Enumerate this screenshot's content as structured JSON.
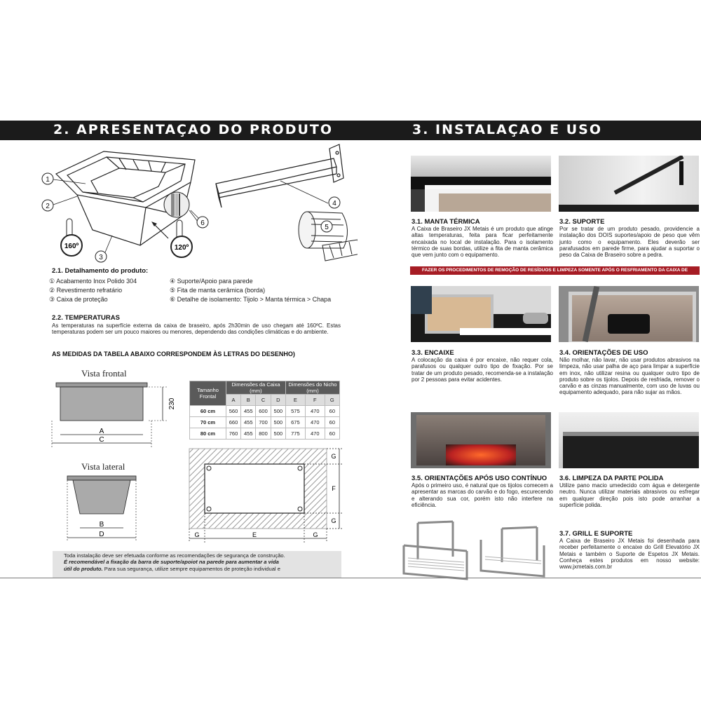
{
  "left": {
    "title": "2. APRESENTAÇAO DO PRODUTO",
    "thermo": {
      "t1": "160º",
      "t2": "120º"
    },
    "callouts": [
      "1",
      "2",
      "3",
      "4",
      "5",
      "6"
    ],
    "detail": {
      "heading": "2.1. Detalhamento do produto:",
      "col1": [
        "① Acabamento Inox Polido 304",
        "② Revestimento refratário",
        "③ Caixa de proteção"
      ],
      "col2": [
        "④ Suporte/Apoio para parede",
        "⑤ Fita de manta cerâmica (borda)",
        "⑥ Detalhe de isolamento: Tijolo > Manta térmica > Chapa"
      ]
    },
    "temps": {
      "heading": "2.2. TEMPERATURAS",
      "text": "As temperaturas na superfície externa da caixa de braseiro, após 2h30min de uso chegam até 160ºC. Estas temperaturas podem ser um pouco maiores ou menores, dependendo das condições climáticas e do ambiente."
    },
    "measures_heading": "AS MEDIDAS DA TABELA ABAIXO CORRESPONDEM ÀS LETRAS DO DESENHO)",
    "vista_frontal": "Vista frontal",
    "vista_lateral": "Vista lateral",
    "dim_230": "230",
    "letters": {
      "a": "A",
      "b": "B",
      "c": "C",
      "d": "D",
      "e": "E",
      "f": "F",
      "g": "G"
    },
    "table": {
      "col0": "Tamanho Frontal",
      "group1": "Dimensões da Caixa (mm)",
      "group2": "Dimensões do Nicho (mm)",
      "subs": [
        "A",
        "B",
        "C",
        "D",
        "E",
        "F",
        "G"
      ],
      "rows": [
        {
          "label": "60 cm",
          "vals": [
            "560",
            "455",
            "600",
            "500",
            "575",
            "470",
            "60"
          ]
        },
        {
          "label": "70 cm",
          "vals": [
            "660",
            "455",
            "700",
            "500",
            "675",
            "470",
            "60"
          ]
        },
        {
          "label": "80 cm",
          "vals": [
            "760",
            "455",
            "800",
            "500",
            "775",
            "470",
            "60"
          ]
        }
      ]
    },
    "note": {
      "l1": "Toda instalação deve ser efetuada conforme as recomendações de segurança de construção.",
      "l2": "É recomendável a fixação da barra de suporte/apoiot na parede para aumentar a vida",
      "l3a": "útil do produto.",
      "l3b": " Para sua segurança, utilize sempre equipamentos de proteção individual e"
    }
  },
  "right": {
    "title": "3. INSTALAÇAO E USO",
    "s31": {
      "h": "3.1. MANTA TÉRMICA",
      "t": "A Caixa de Braseiro JX Metais é um produto que atinge altas temperaturas, feita para ficar perfeitamente encaixada no local de instalação. Para o isolamento térmico de suas bordas, utilize a fita de manta cerâmica que vem junto com o equipamento."
    },
    "s32": {
      "h": "3.2. SUPORTE",
      "t": "Por se tratar de um produto pesado, providencie a instalação dos DOIS suportes/apoio de peso que vêm junto como o equipamento. Eles deverão ser parafusados em parede firme, para ajudar a suportar o peso da Caixa de Braseiro sobre a pedra."
    },
    "warning": "FAZER OS PROCEDIMENTOS DE REMOÇÃO DE RESÍDUOS E LIMPEZA SOMENTE APÓS O RESFRIAMENTO DA CAIXA DE BRASEIRO.",
    "s33": {
      "h": "3.3. ENCAIXE",
      "t": "A colocação da caixa é por encaixe, não requer cola, parafusos ou qualquer outro tipo de fixação. Por se tratar de um produto pesado, recomenda-se a instalação por 2 pessoas para evitar acidentes."
    },
    "s34": {
      "h": "3.4. ORIENTAÇÕES DE USO",
      "t": "Não molhar, não lavar, não usar produtos abrasivos na limpeza, não usar palha de aço para limpar a superfície em inox, não utilizar resina ou qualquer outro tipo de produto sobre os tijolos. Depois de resfriada, remover o carvão e as cinzas manualmente, com uso de luvas ou equipamento adequado, para não sujar as mãos."
    },
    "s35": {
      "h": "3.5. ORIENTAÇÕES APÓS USO CONTÍNUO",
      "t": "Após o primeiro uso, é natural que os tijolos comecem a apresentar as marcas do carvão e do fogo, escurecendo e alterando sua cor, porém isto não interfere na eficiência."
    },
    "s36": {
      "h": "3.6. LIMPEZA DA PARTE POLIDA",
      "t": "Utilize pano macio umedecido com água e detergente neutro. Nunca utilizar materiais abrasivos ou esfregar em qualquer direção pois isto pode arranhar a superfície polida."
    },
    "s37": {
      "h": "3.7. GRILL E SUPORTE",
      "t": "A Caixa de Braseiro JX Metais foi desenhada para receber perfeitamente o encaixe do Grill Elevatório JX Metais e também o Suporte de Espetos JX Metais. Conheça estes produtos em nosso website: www.jxmetais.com.br"
    }
  },
  "colors": {
    "banner": "#1b1b1b",
    "warning": "#a61c24",
    "table_header": "#5a5a5a"
  }
}
